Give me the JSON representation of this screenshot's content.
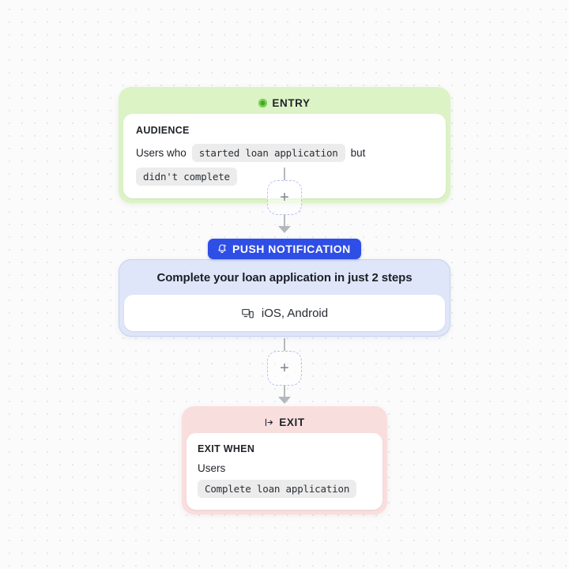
{
  "canvas": {
    "background_color": "#fbfbfb",
    "dot_grid_color": "#e6e6e6"
  },
  "flow": {
    "entry": {
      "header_label": "ENTRY",
      "header_icon": "entry-dot-icon",
      "accent_color": "#dcf3c6",
      "section_title": "AUDIENCE",
      "condition": {
        "prefix": "Users who",
        "chip_1": "started loan application",
        "conjunction": "but",
        "chip_2": "didn't complete"
      }
    },
    "connector_1": {
      "plus_label": "+",
      "icon": "plus-icon"
    },
    "push": {
      "badge_label": "PUSH NOTIFICATION",
      "badge_icon": "bell-icon",
      "badge_color": "#2f4ee6",
      "accent_color": "#dfe6f9",
      "message_title": "Complete your loan application in just 2 steps",
      "channels_icon": "devices-icon",
      "channels_label": "iOS, Android"
    },
    "connector_2": {
      "plus_label": "+",
      "icon": "plus-icon"
    },
    "exit": {
      "header_label": "EXIT",
      "header_icon": "exit-arrow-icon",
      "accent_color": "#f9dede",
      "section_title": "EXIT WHEN",
      "condition": {
        "prefix": "Users",
        "chip_1": "Complete loan application"
      }
    }
  }
}
